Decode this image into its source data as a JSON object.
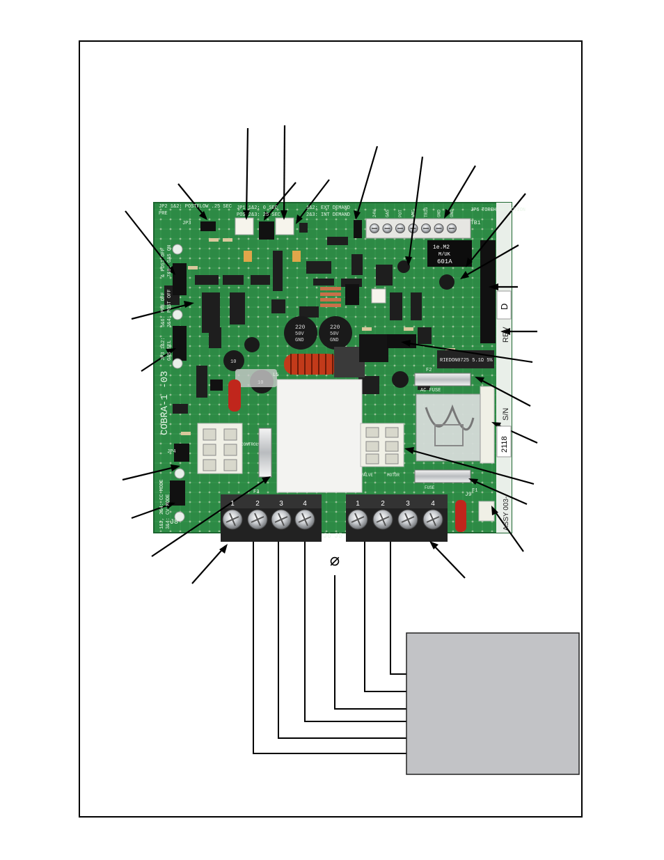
{
  "board": {
    "name": "COBRA-1 -03",
    "headers": {
      "jp2": "JP2  1&2: POSTFLOW .25 SEC",
      "jp2_pre": "PRE",
      "jp3_hdr": "JP3",
      "jp1": "JP1  1&2: 0 SEC",
      "jp1b": "POS 2&3: 25 SEC",
      "jp5": "1&2: EXT DEMAND",
      "jp5b": "2&3: INT DEMAND",
      "jp6": "JP6",
      "torch_selection": "TORCH SELECTION"
    },
    "left_side": {
      "post_off": "& POST OFF",
      "gas_on": "7&8: GAS ON",
      "pre_off": "5&6: PRE OFF",
      "post_off2": "3&4: POST OFF",
      "jp3_label": "JP3 1&2:",
      "gas_sel": "GAS SEL",
      "jp4": "JP4",
      "jp4_cc": "1&2, 2&4: CC MODE",
      "jp4_cv": "3&4: CV MODE",
      "j8": "J8"
    },
    "tb1_terminals": [
      "24V",
      "GAS",
      "POT",
      "WMC",
      "TRIG",
      "GND",
      "GND"
    ],
    "tb1_label": "TB1",
    "relay_marking": [
      "1e.M2",
      "M/UK",
      "601A"
    ],
    "resistor_marking": "RIEDON0725 5.1Ω 5%",
    "cap_markings": [
      [
        "220",
        "50V",
        "GND"
      ],
      [
        "220",
        "50V",
        "GND"
      ]
    ],
    "cap_small": [
      "10",
      "10"
    ],
    "labels": {
      "ac_fuse": "AC FUSE",
      "f2": "F2",
      "f3": "F3",
      "f1": "F1",
      "j9": "J9",
      "control": "CONTROL",
      "fuse": "FUSE",
      "motor": "MOTOR",
      "valve": "VALVE",
      "l5": "L5",
      "rev": "REV",
      "rev_letter": "D",
      "serial_prefix": "S/N",
      "serial": "2118",
      "assy": "ASSY 003-",
      "j6": "J6",
      "j5": "J5"
    },
    "left_terminals": [
      "1",
      "2",
      "3",
      "4"
    ],
    "right_terminals": [
      "1",
      "2",
      "3",
      "4"
    ]
  },
  "ground_symbol": "⌀",
  "colors": {
    "pcb": "#2d8a45",
    "pcb_dark": "#1c6630",
    "terminal_block": "#222222",
    "screw": "#c9ccd0",
    "gray_box": "#c2c3c6",
    "connector": "#f0f0e6",
    "electrolytic": "#1a1a1a",
    "red_cap": "#c0261c",
    "inductor_copper": "#c23a1a"
  }
}
